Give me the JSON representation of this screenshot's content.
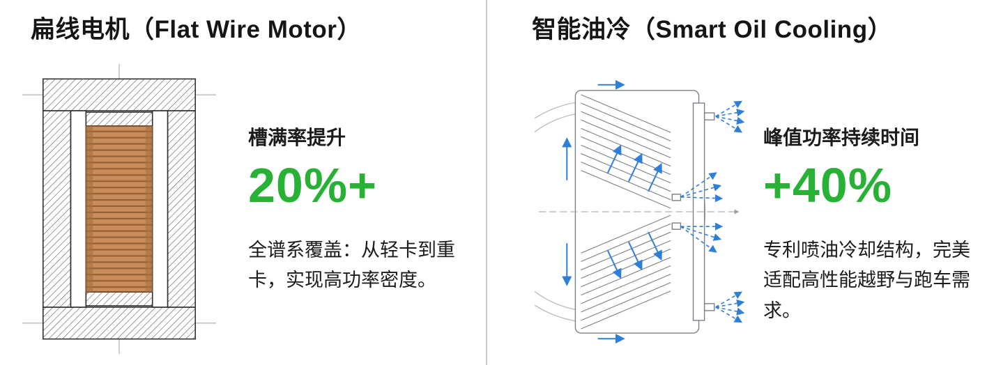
{
  "colors": {
    "accent_green": "#27b135",
    "flow_blue": "#2f7ed8",
    "copper": "#c98c5a",
    "divider_gray": "#c9c9c9"
  },
  "left_panel": {
    "title": "扁线电机（Flat Wire Motor）",
    "diagram_name": "motor-cross-section-diagram",
    "stat_label": "槽满率提升",
    "stat_value": "20%+",
    "description": "全谱系覆盖：从轻卡到重卡，实现高功率密度。"
  },
  "right_panel": {
    "title": "智能油冷（Smart Oil Cooling）",
    "diagram_name": "oil-cooling-spray-diagram",
    "stat_label": "峰值功率持续时间",
    "stat_value": "+40%",
    "description": "专利喷油冷却结构，完美适配高性能越野与跑车需求。"
  }
}
